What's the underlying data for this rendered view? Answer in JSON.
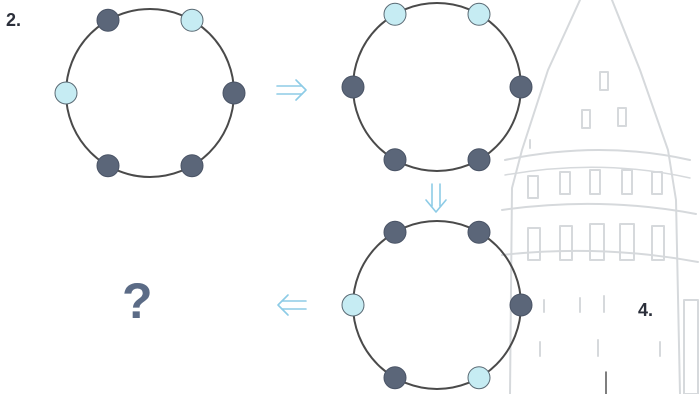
{
  "problem_number": "2.",
  "next_problem_number": "4.",
  "question_mark": "?",
  "colors": {
    "dark_dot": "#5b6679",
    "light_dot": "#c6ecf3",
    "ring": "#4a4a4a",
    "arrow": "#8dcbe6",
    "question": "#5b6b86",
    "background_tower": "#d6d9dc"
  },
  "circles": [
    {
      "name": "circle-1",
      "dots": [
        {
          "angle_deg": 240,
          "shade": "dark"
        },
        {
          "angle_deg": 300,
          "shade": "light"
        },
        {
          "angle_deg": 0,
          "shade": "dark"
        },
        {
          "angle_deg": 60,
          "shade": "dark"
        },
        {
          "angle_deg": 120,
          "shade": "dark"
        },
        {
          "angle_deg": 180,
          "shade": "light"
        }
      ]
    },
    {
      "name": "circle-2",
      "dots": [
        {
          "angle_deg": 240,
          "shade": "light"
        },
        {
          "angle_deg": 300,
          "shade": "light"
        },
        {
          "angle_deg": 0,
          "shade": "dark"
        },
        {
          "angle_deg": 60,
          "shade": "dark"
        },
        {
          "angle_deg": 120,
          "shade": "dark"
        },
        {
          "angle_deg": 180,
          "shade": "dark"
        }
      ]
    },
    {
      "name": "circle-3",
      "dots": [
        {
          "angle_deg": 240,
          "shade": "dark"
        },
        {
          "angle_deg": 300,
          "shade": "dark"
        },
        {
          "angle_deg": 0,
          "shade": "dark"
        },
        {
          "angle_deg": 60,
          "shade": "light"
        },
        {
          "angle_deg": 120,
          "shade": "dark"
        },
        {
          "angle_deg": 180,
          "shade": "light"
        }
      ]
    }
  ],
  "arrows": [
    {
      "name": "arrow-right",
      "direction": "right"
    },
    {
      "name": "arrow-down",
      "direction": "down"
    },
    {
      "name": "arrow-left",
      "direction": "left"
    }
  ]
}
